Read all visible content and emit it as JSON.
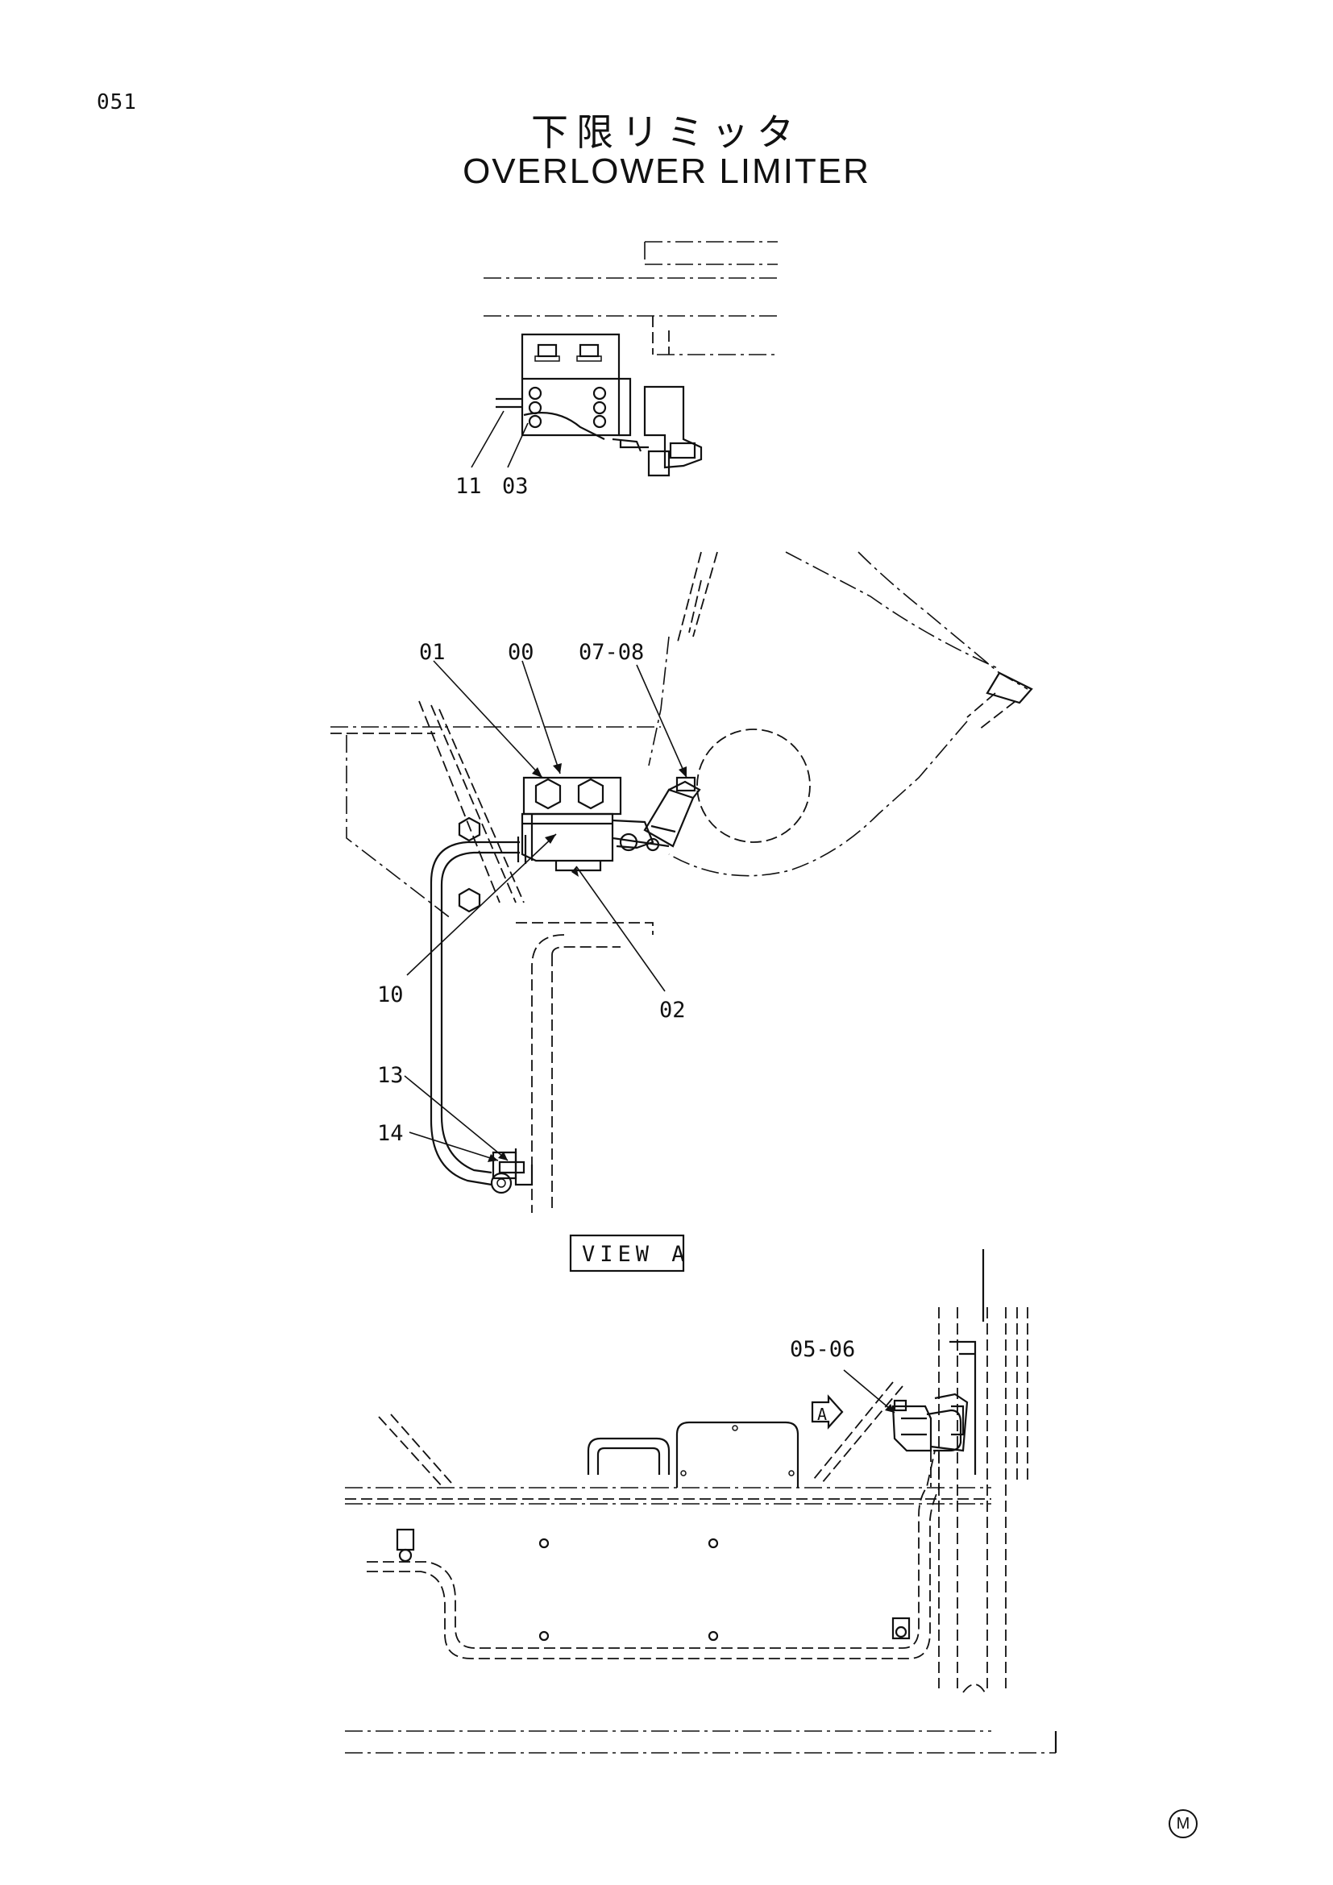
{
  "page_number": "051",
  "title_jp": "下限リミッタ",
  "title_en": "OVERLOWER LIMITER",
  "view_label": "VIEW A",
  "view_arrow_letter": "A",
  "corner_mark": "M",
  "callouts": {
    "c11": "11",
    "c03": "03",
    "c01": "01",
    "c00": "00",
    "c0708": "07-08",
    "c10": "10",
    "c02": "02",
    "c13": "13",
    "c14": "14",
    "c0506": "05-06"
  }
}
